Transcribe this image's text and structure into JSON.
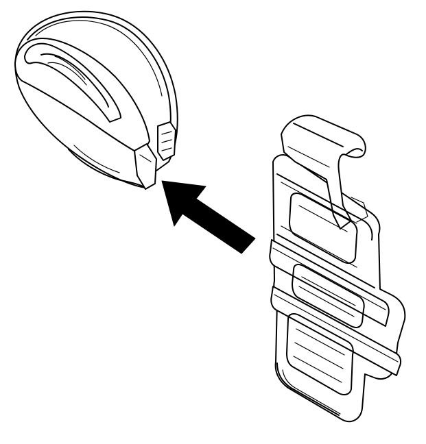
{
  "diagram": {
    "colors": {
      "line": "#000000",
      "background": "#ffffff"
    },
    "parts": [
      {
        "name": "round-housing",
        "icon": "round-clip-housing"
      },
      {
        "name": "direction-arrow",
        "icon": "arrow-up-left"
      },
      {
        "name": "belt-clip",
        "icon": "belt-clip-bracket"
      }
    ]
  }
}
